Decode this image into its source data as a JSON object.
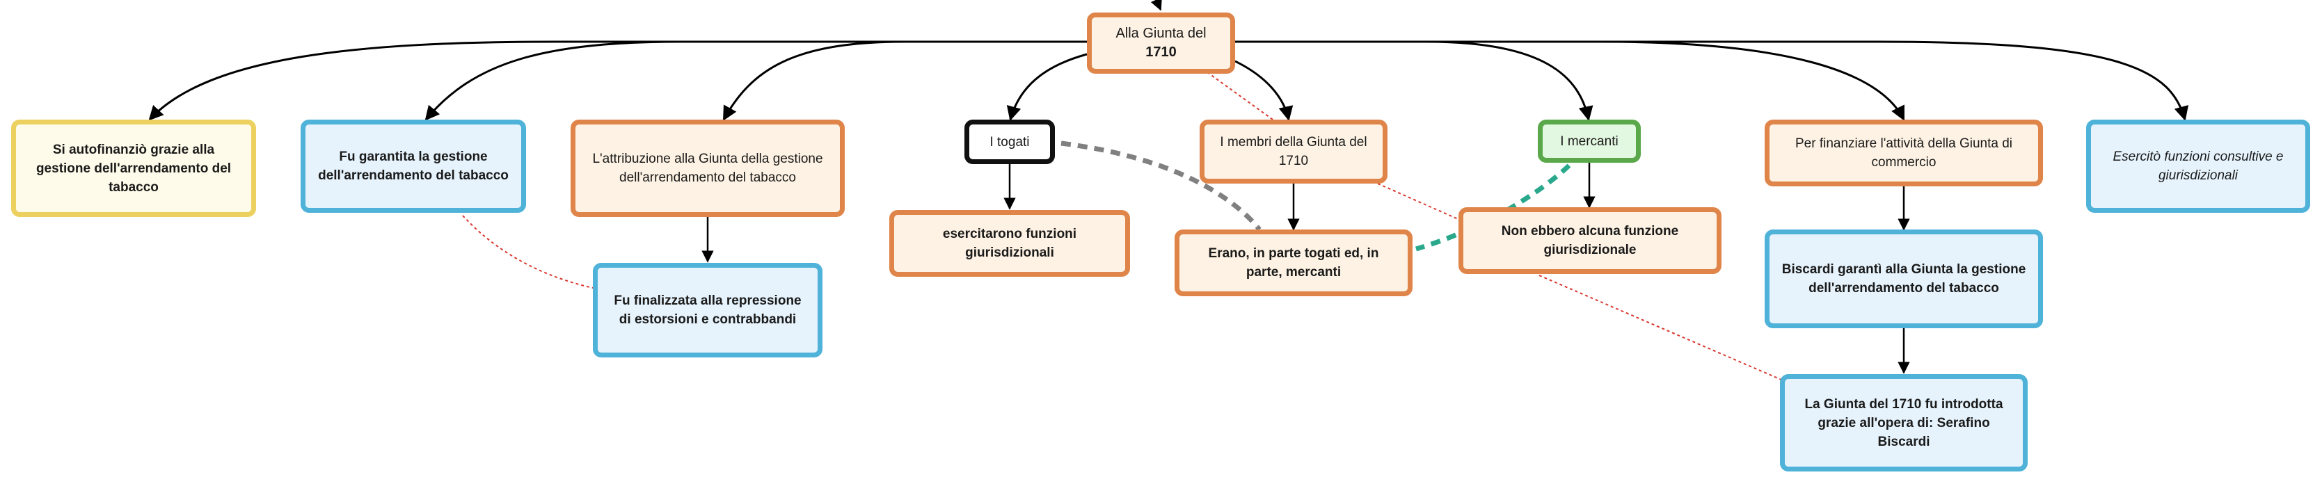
{
  "nodes": {
    "root": {
      "text": "Alla Giunta del ",
      "bold": "1710"
    },
    "autofinanzio": "Si autofinanziò grazie alla gestione dell'arrendamento del tabacco",
    "garantita": "Fu garantita la gestione dell'arrendamento del tabacco",
    "attribuzione": "L'attribuzione alla Giunta della gestione dell'arrendamento del tabacco",
    "finalizzata": "Fu finalizzata alla repressione di estorsioni e contrabbandi",
    "togati": "I togati",
    "giurisdizionali": "esercitarono funzioni giurisdizionali",
    "membri": "I membri della Giunta del 1710",
    "erano": "Erano, in parte togati ed, in parte, mercanti",
    "mercanti": "I mercanti",
    "non_ebbero": "Non ebbero alcuna funzione giurisdizionale",
    "per_finanziare": "Per finanziare l'attività della Giunta di commercio",
    "biscardi": "Biscardi garantì alla Giunta la gestione dell'arrendamento del tabacco",
    "introdotta": "La Giunta del 1710 fu introdotta grazie all'opera di: Serafino Biscardi",
    "consultive": "Esercitò funzioni consultive e giurisdizionali"
  },
  "colors": {
    "orange": "#e0854a",
    "blue": "#4fb2d8",
    "yellow": "#ecd060",
    "green": "#5aa84a",
    "black": "#111111",
    "dashed_grey": "#808080",
    "dashed_teal": "#2aa88c",
    "dotted_red": "#d9372f"
  }
}
